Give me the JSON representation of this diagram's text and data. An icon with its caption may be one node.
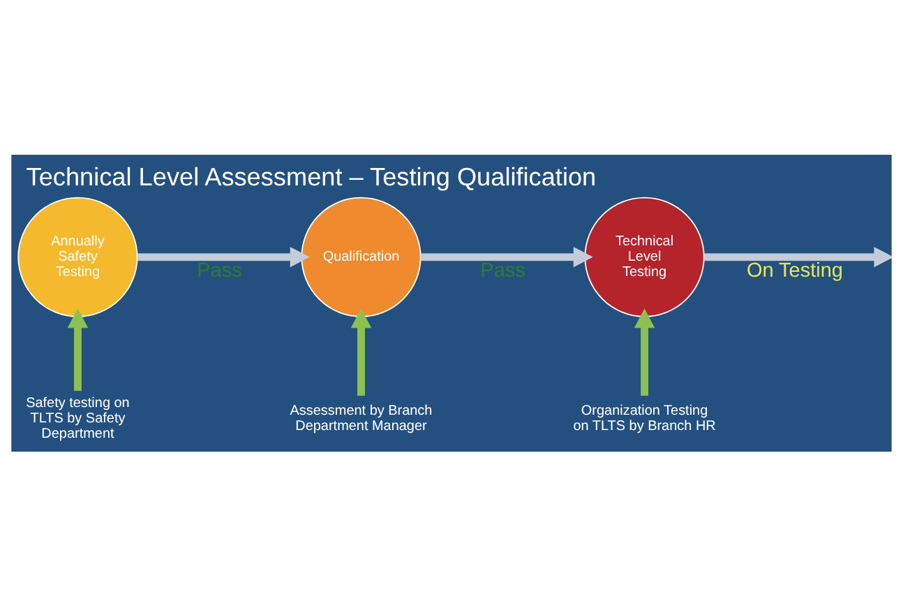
{
  "diagram": {
    "title": "Technical Level Assessment – Testing Qualification",
    "nodes": [
      {
        "text": [
          "Annually Safety Testing"
        ]
      },
      {
        "text": [
          "Qualification"
        ]
      },
      {
        "text": [
          "Technical Level Testing"
        ]
      },
      {
        "text": [
          "Safety testing on TLTS by Safety Department"
        ]
      },
      {
        "text": [
          "Assessment by Branch Department Manager"
        ]
      },
      {
        "text": [
          "Organization Testing on TLTS by Branch HR"
        ]
      }
    ],
    "edges": [
      {
        "from": 0,
        "to": 1,
        "arrow": "to",
        "label": "Pass",
        "color": "#c3ccd8"
      },
      {
        "from": 1,
        "to": 2,
        "arrow": "to",
        "label": "Pass",
        "color": "#c3ccd8"
      },
      {
        "from": 2,
        "to": null,
        "arrow": "to",
        "label": "On Testing",
        "color": "#c3ccd8"
      },
      {
        "from": 3,
        "to": 0,
        "arrow": "to",
        "color": "#8cc152"
      },
      {
        "from": 4,
        "to": 1,
        "arrow": "to",
        "color": "#8cc152"
      },
      {
        "from": 5,
        "to": 2,
        "arrow": "to",
        "color": "#8cc152"
      }
    ]
  }
}
